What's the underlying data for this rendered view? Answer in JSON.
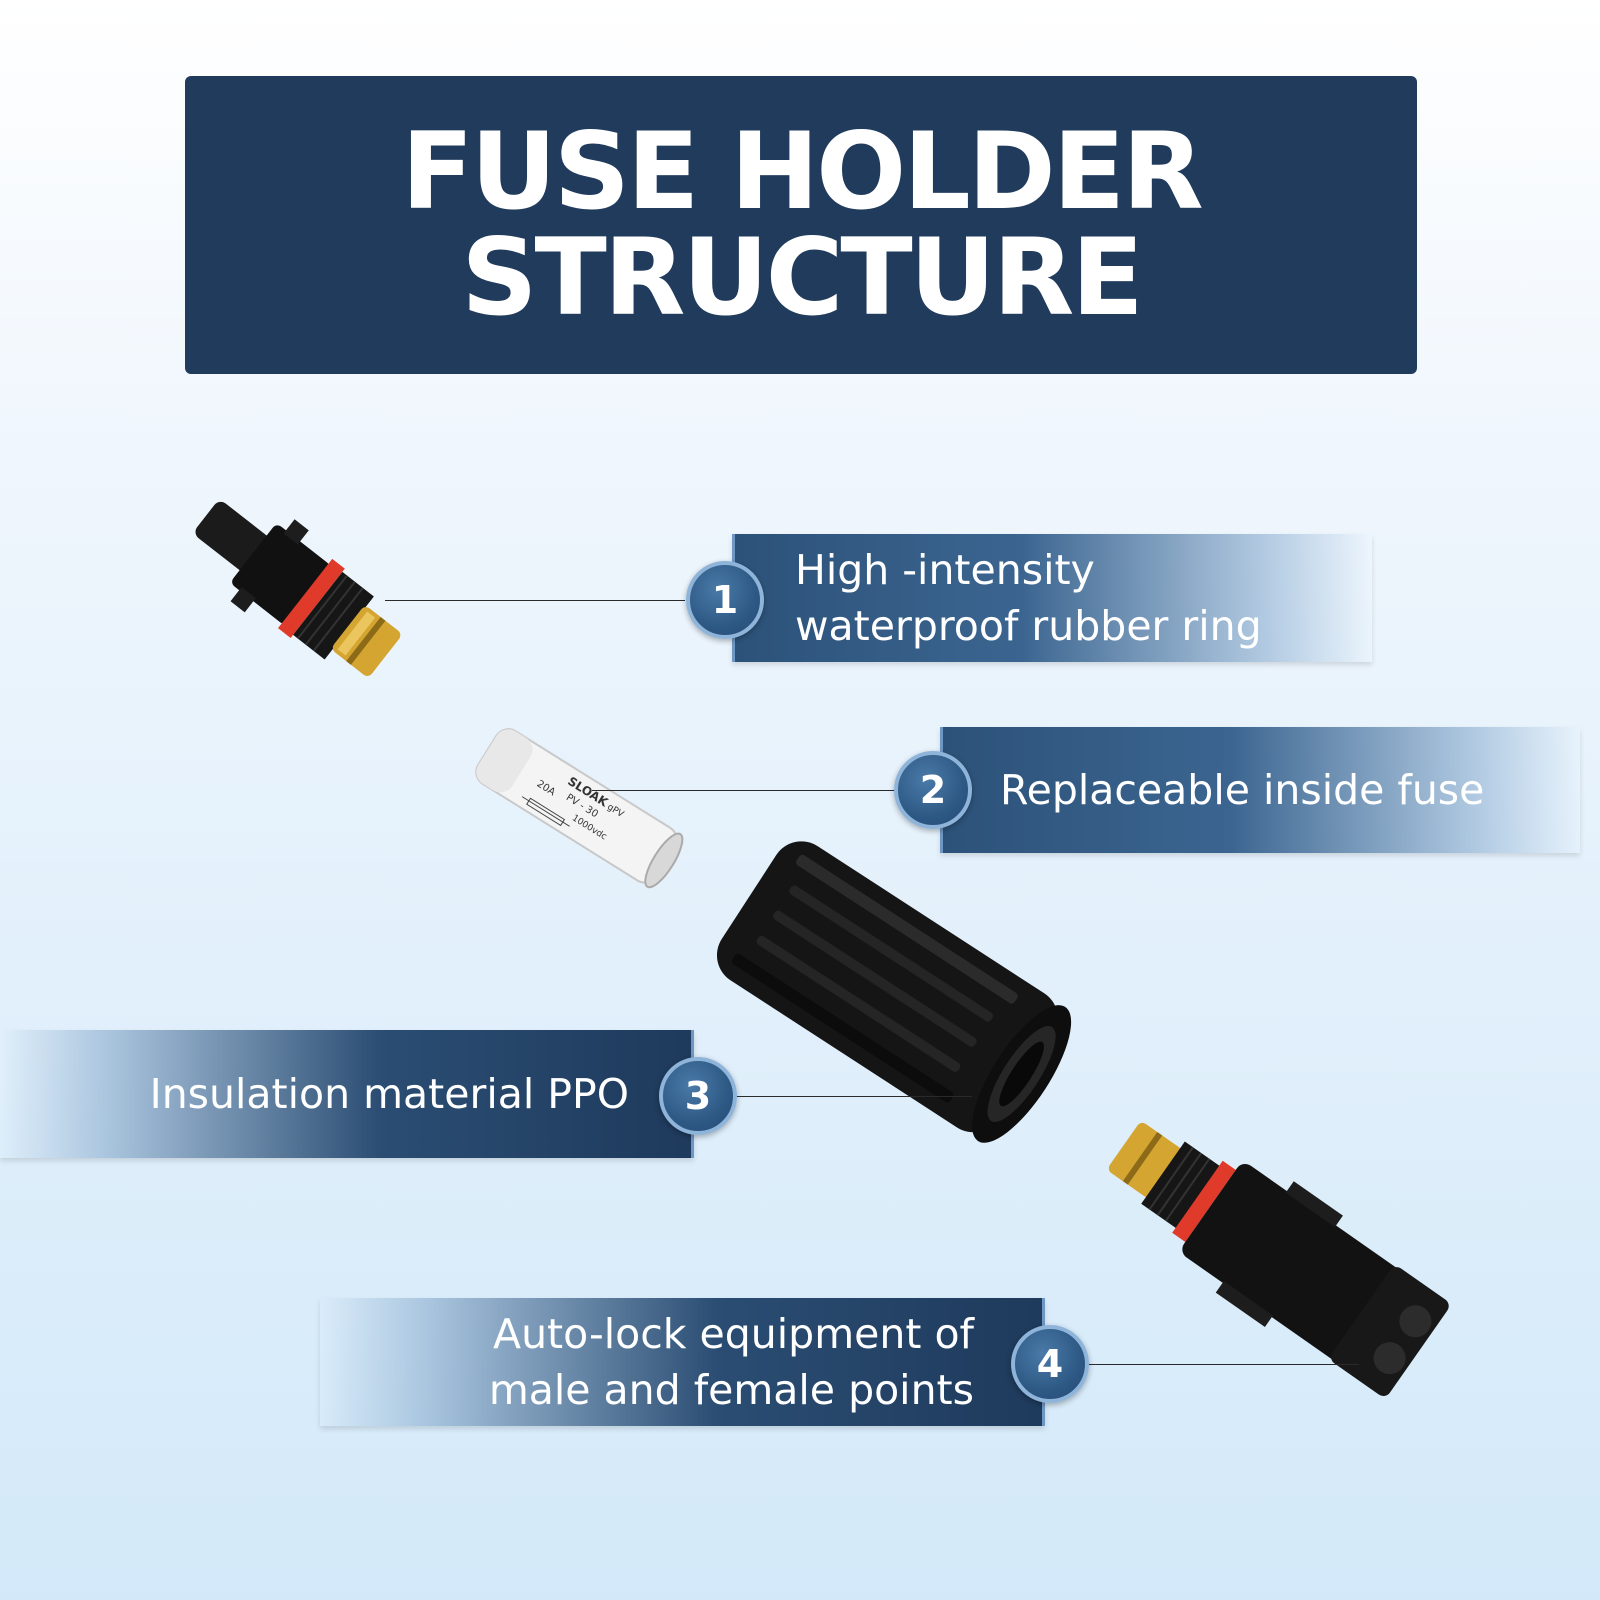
{
  "title": {
    "line1": "FUSE HOLDER",
    "line2": "STRUCTURE"
  },
  "callouts": [
    {
      "number": "1",
      "lines": [
        "High -intensity",
        "waterproof rubber ring"
      ]
    },
    {
      "number": "2",
      "lines": [
        "Replaceable inside fuse"
      ]
    },
    {
      "number": "3",
      "lines": [
        "Insulation material PPO"
      ]
    },
    {
      "number": "4",
      "lines": [
        "Auto-lock equipment of",
        "male and female points"
      ]
    }
  ],
  "fuse_print": {
    "brand": "SLOAK",
    "brand_suffix": "gPV",
    "rating": "20A",
    "model": "PV - 30",
    "voltage": "1000vdc"
  },
  "colors": {
    "title_bg": "#213b5c",
    "accent_ring": "#e03a2a",
    "brass": "#d4a530"
  },
  "parts": [
    "male-connector-icon",
    "fuse-icon",
    "insulation-sleeve-icon",
    "female-connector-icon"
  ]
}
